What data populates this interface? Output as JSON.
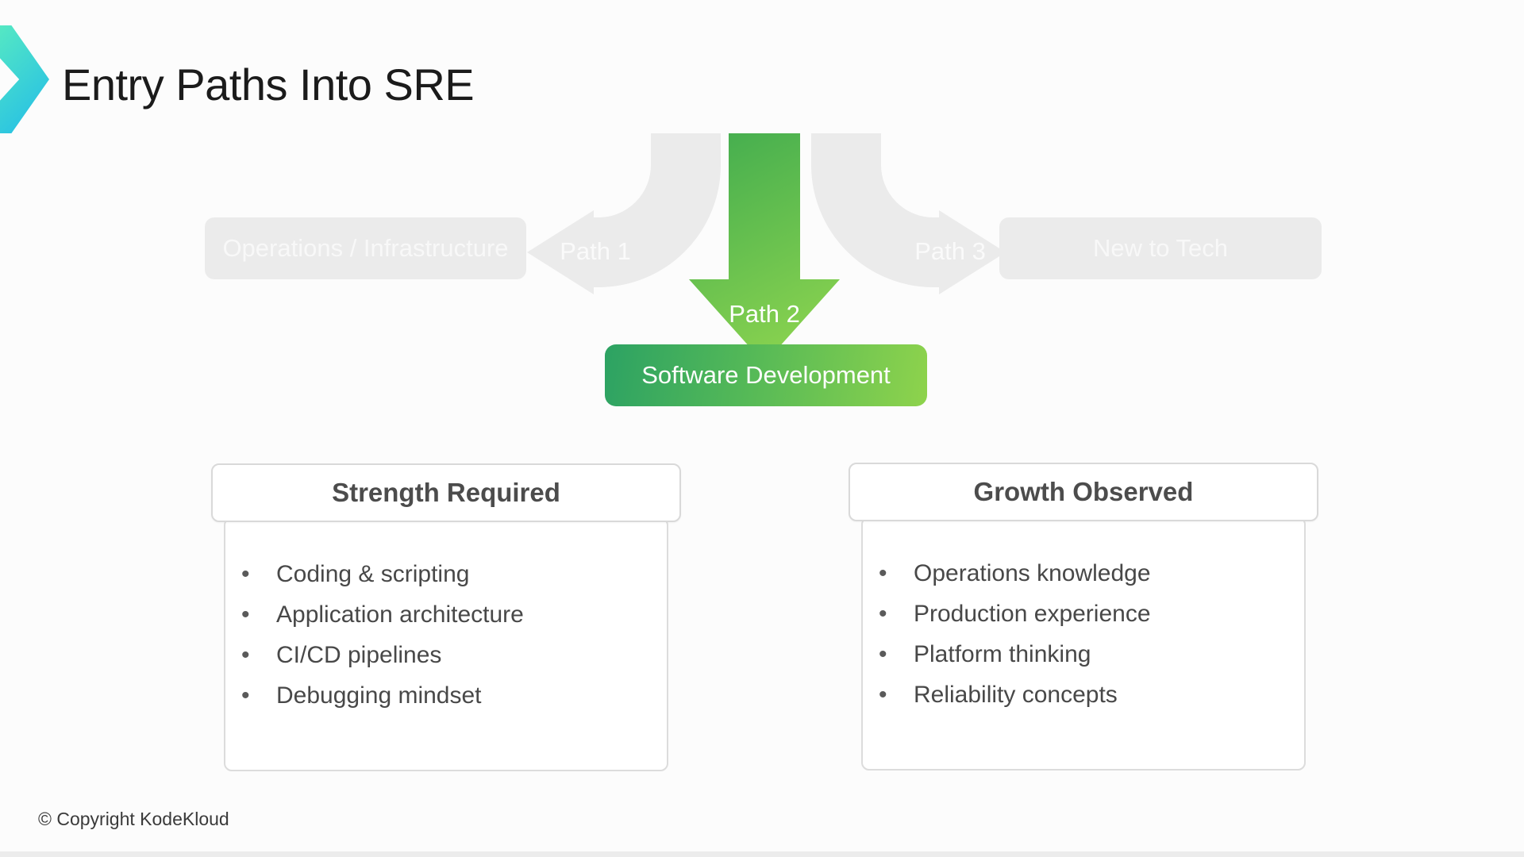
{
  "slide": {
    "title": "Entry Paths Into SRE",
    "footer": "© Copyright KodeKloud"
  },
  "diagram": {
    "paths": [
      {
        "label": "Path 1",
        "box": "Operations / Infrastructure",
        "direction": "left"
      },
      {
        "label": "Path 2",
        "box": "Software Development",
        "direction": "down"
      },
      {
        "label": "Path 3",
        "box": "New to Tech",
        "direction": "right"
      }
    ]
  },
  "cards": [
    {
      "title": "Strength Required",
      "items": [
        "Coding & scripting",
        "Application architecture",
        "CI/CD pipelines",
        "Debugging mindset"
      ]
    },
    {
      "title": "Growth Observed",
      "items": [
        "Operations knowledge",
        "Production experience",
        "Platform thinking",
        "Reliability concepts"
      ]
    }
  ],
  "colors": {
    "logo_gradient_start": "#57eac2",
    "logo_gradient_end": "#21bbe9",
    "green_arrow_start": "#41ac4f",
    "green_arrow_end": "#85d04f",
    "green_box_start": "#2ca263",
    "green_box_end": "#8ed34c",
    "muted_gray": "#ebebeb",
    "text_dark": "#1b1b1b",
    "card_text": "#484848"
  }
}
